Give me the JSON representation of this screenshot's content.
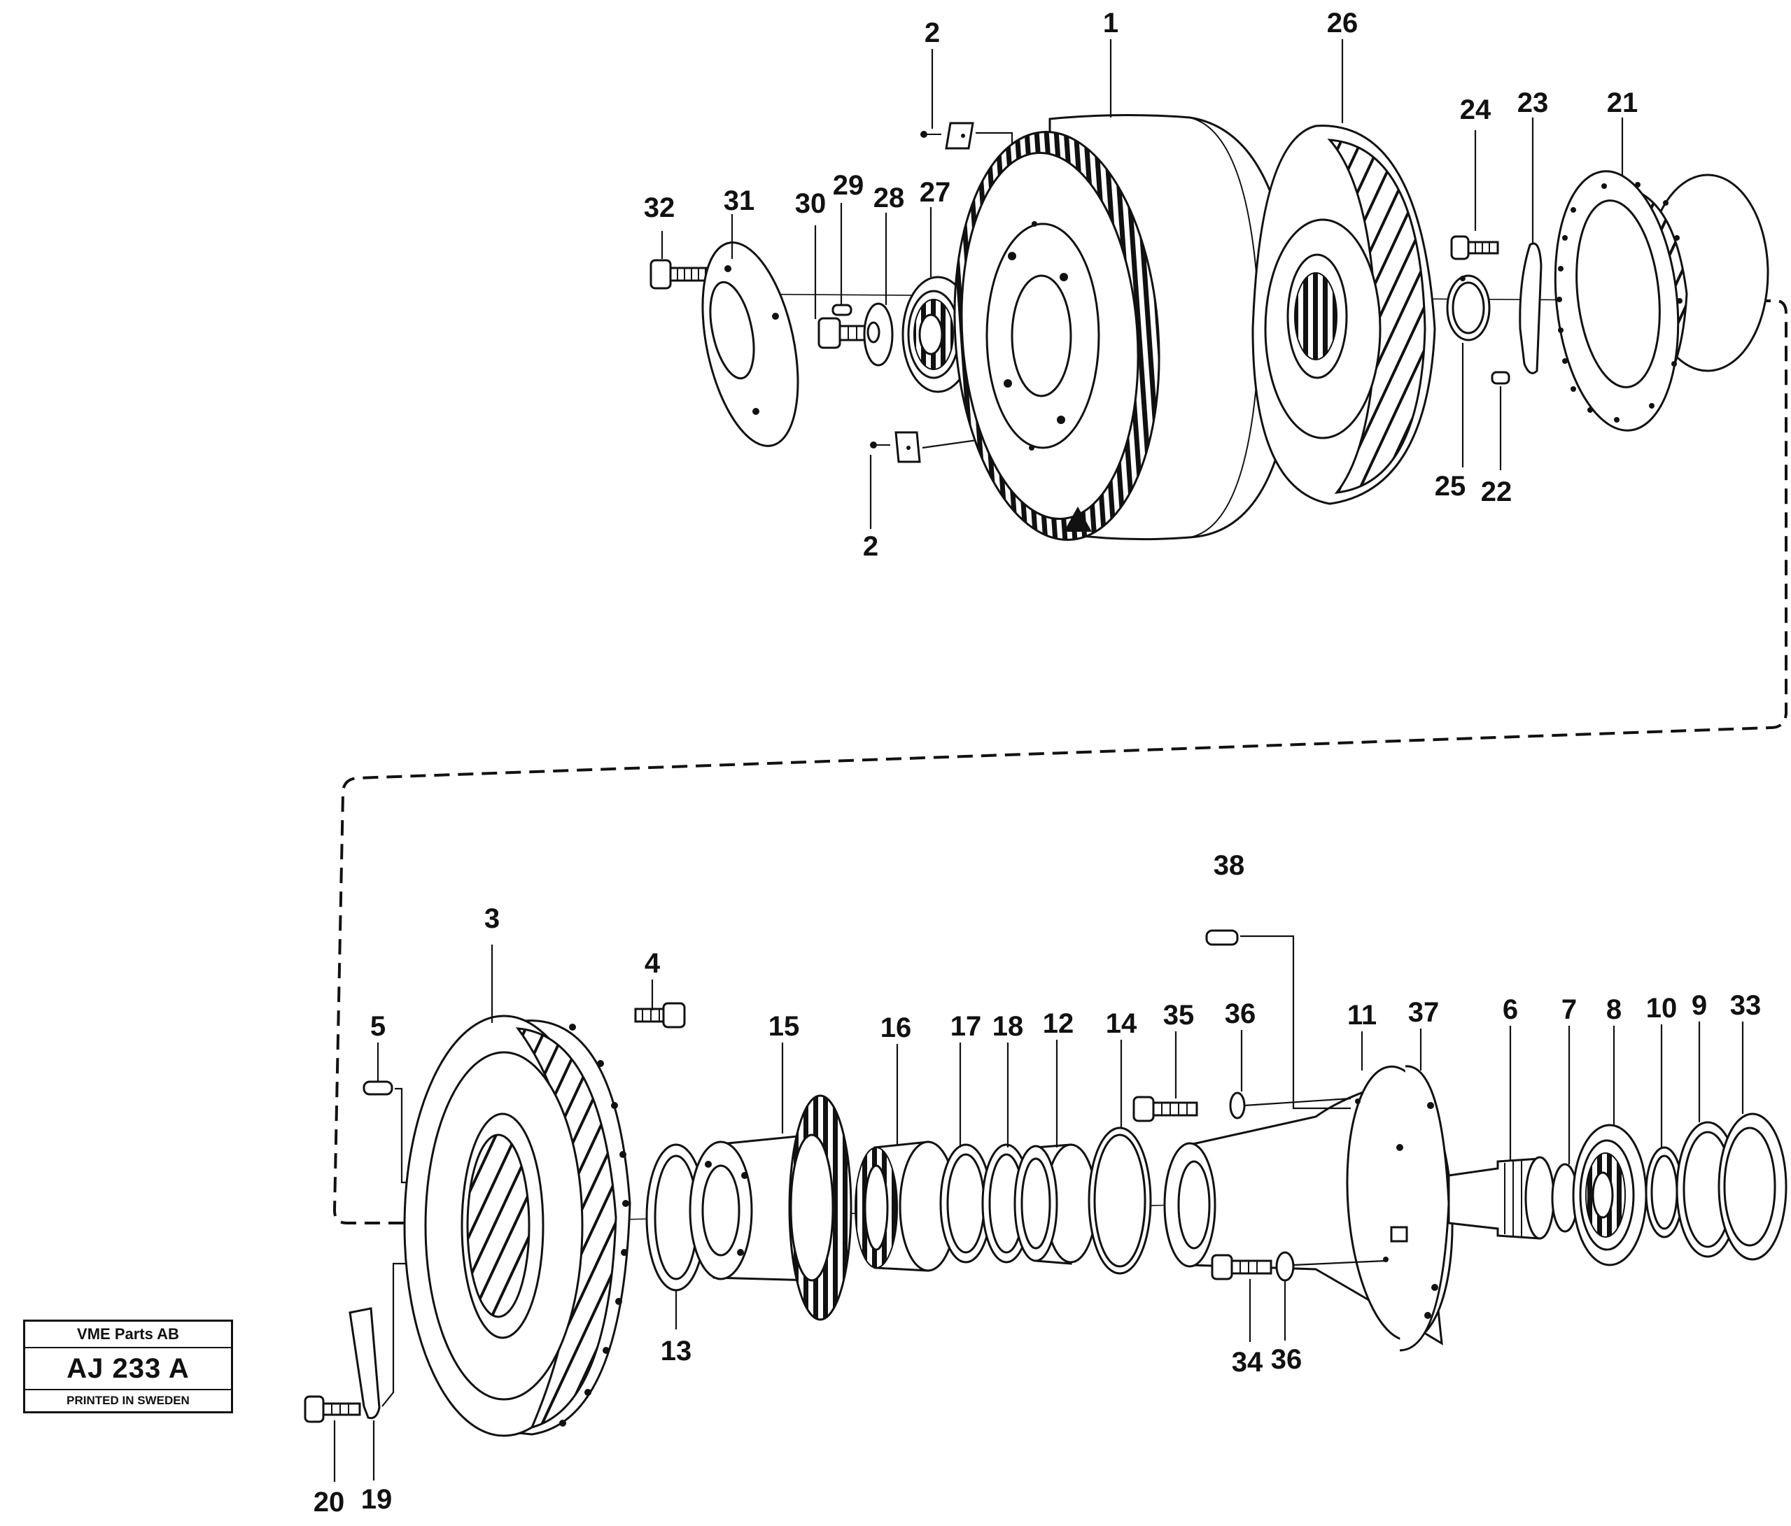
{
  "diagram": {
    "callouts": {
      "c1": "1",
      "c2a": "2",
      "c2b": "2",
      "c3": "3",
      "c4": "4",
      "c5": "5",
      "c6": "6",
      "c7": "7",
      "c8": "8",
      "c9": "9",
      "c10": "10",
      "c11": "11",
      "c12": "12",
      "c13": "13",
      "c14": "14",
      "c15": "15",
      "c16": "16",
      "c17": "17",
      "c18": "18",
      "c19": "19",
      "c20": "20",
      "c21": "21",
      "c22": "22",
      "c23": "23",
      "c24": "24",
      "c25": "25",
      "c26": "26",
      "c27": "27",
      "c28": "28",
      "c29": "29",
      "c30": "30",
      "c31": "31",
      "c32": "32",
      "c33": "33",
      "c34": "34",
      "c35": "35",
      "c36a": "36",
      "c36b": "36",
      "c37": "37",
      "c38": "38"
    }
  },
  "stamp": {
    "company": "VME Parts AB",
    "code": "AJ 233 A",
    "printed": "PRINTED IN SWEDEN"
  }
}
